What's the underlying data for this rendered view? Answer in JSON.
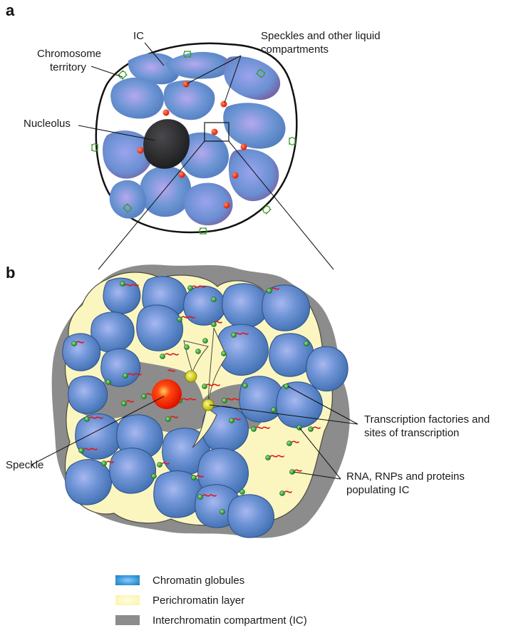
{
  "panels": {
    "a": {
      "letter": "a",
      "labels": {
        "ic": "IC",
        "territory_line1": "Chromosome",
        "territory_line2": "territory",
        "speckles_line1": "Speckles and other liquid",
        "speckles_line2": "compartments",
        "nucleolus": "Nucleolus"
      }
    },
    "b": {
      "letter": "b",
      "labels": {
        "factories_line1": "Transcription factories and",
        "factories_line2": "sites of transcription",
        "speckle": "Speckle",
        "rna_line1": "RNA, RNPs and proteins",
        "rna_line2": "populating IC"
      }
    }
  },
  "legend": [
    {
      "label": "Chromatin globules",
      "color": "#3a9ad8"
    },
    {
      "label": "Perichromatin layer",
      "color": "#fbf3a8"
    },
    {
      "label": "Interchromatin compartment (IC)",
      "color": "#8c8c8c"
    }
  ],
  "colors": {
    "chromatin": "#5a86c8",
    "chromatin_highlight": "#8fb0e6",
    "perichromatin": "#fbf6c0",
    "interchromatin": "#8c8c8c",
    "speckle": "#ff2a00",
    "factory": "#d6d21a",
    "rnp": "#2aa02a",
    "rna": "#e01818",
    "nucleolus": "#2a2a2c",
    "pore": "#3a9a2a"
  }
}
